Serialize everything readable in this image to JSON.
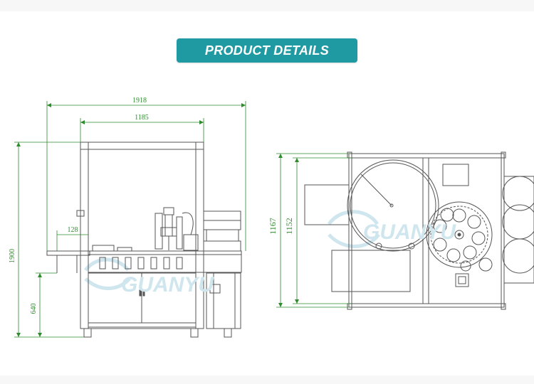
{
  "banner": {
    "title": "PRODUCT DETAILS"
  },
  "front_view": {
    "dimensions": {
      "overall_width": "1918",
      "frame_width": "1185",
      "conveyor_offset": "128",
      "overall_height": "1900",
      "table_height": "640"
    }
  },
  "top_view": {
    "dimensions": {
      "outer_depth": "1167",
      "inner_depth": "1152"
    }
  },
  "watermark": {
    "text": "GUANYU"
  },
  "colors": {
    "banner": "#1f9aa2",
    "dimension_lines": "#2e8b2e",
    "outline": "#555555",
    "watermark": "#cfe6ee"
  }
}
